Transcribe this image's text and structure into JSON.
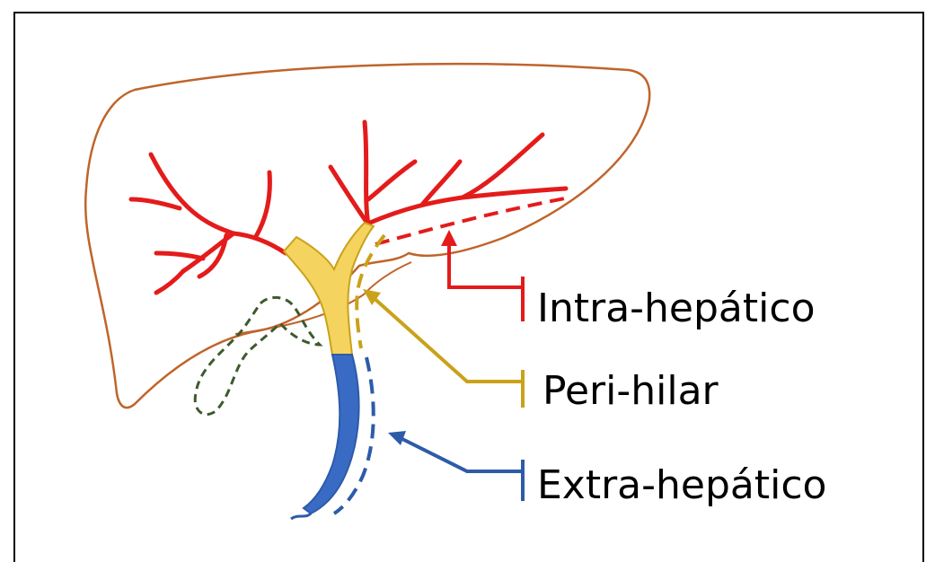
{
  "labels": {
    "intra": "Intra-hepático",
    "peri": "Peri-hilar",
    "extra": "Extra-hepático"
  },
  "colors": {
    "frame": "#000000",
    "liver_outline": "#c0642a",
    "intrahepatic": "#e41b1b",
    "perihilar": "#c9a21a",
    "perihilar_fill": "#f4d35e",
    "extrahepatic": "#2d5ba8",
    "extrahepatic_fill": "#3a6bc4",
    "gallbladder": "#3d5a2e"
  }
}
